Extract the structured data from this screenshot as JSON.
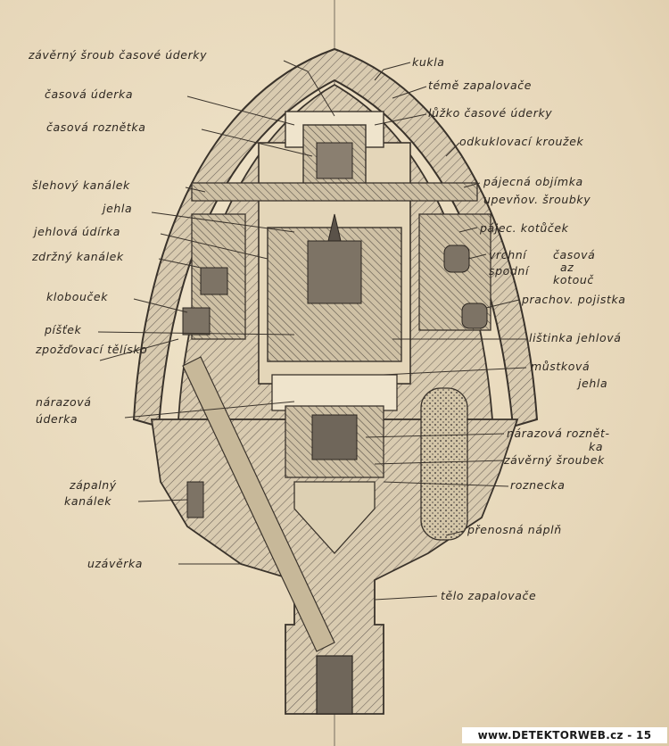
{
  "watermark": "www.DETEKTORWEB.cz - 15",
  "labels": {
    "zaverny_sroub_casove_uderky": "závěrný šroub časové úderky",
    "kukla": "kukla",
    "teme_zapalovace": "témě zapalovače",
    "casova_uderka": "časová úderka",
    "luzko_casove_uderky": "lůžko časové úderky",
    "casova_roznetka": "časová roznětka",
    "odkuklovaci_krouzek": "odkuklovací kroužek",
    "slehovy_kanalek": "šlehový kanálek",
    "pajecna_objimka": "pájecná objímka",
    "upevnov_sroubky": "upevňov. šroubky",
    "jehla": "jehla",
    "jehlova_udirka": "jehlová údírka",
    "pajec_kotucek": "pájec. kotůček",
    "zdrzny_kanalek": "zdržný kanálek",
    "vrchni": "vrchní",
    "spodni": "spodní",
    "casova": "časová",
    "a_z": "az",
    "kotouc": "kotouč",
    "klobouzek": "klobouček",
    "prachova_pojistka": "prachov. pojistka",
    "pistek": "píšťek",
    "zpozdovaci_tritisko": "zpožďovací tělísko",
    "listinka_jehlova": "lištinka jehlová",
    "mustkova_jehla_1": "můstková",
    "mustkova_jehla_2": "jehla",
    "narazova_uderka_1": "nárazová",
    "narazova_uderka_2": "úderka",
    "narazova_roznetka_1": "nárazová roznět-",
    "narazova_roznetka_2": "ka",
    "zaverny_sroubek": "závěrný šroubek",
    "roznecka": "roznecka",
    "zazehovy_kanalek_1": "zápalný",
    "zazehovy_kanalek_2": "kanálek",
    "prenosna_napln": "přenosná náplň",
    "uzaverka": "uzávěrka",
    "telo_zapalovace": "tělo zapalovače"
  },
  "colors": {
    "paper": "#e9dcc1",
    "ink": "#3a332b",
    "hatch": "#6b6258"
  }
}
